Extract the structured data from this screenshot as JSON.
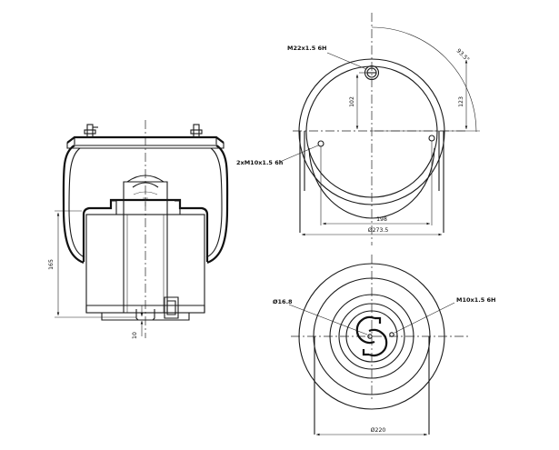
{
  "labels": {
    "thread_top": "M22x1.5 6H",
    "thread_side": "2xM10x1.5 6h",
    "thread_bottom": "M10x1.5 6H",
    "dim_102": "102",
    "dim_123": "123",
    "dim_198": "198",
    "dim_273_5": "Ø273.5",
    "dim_165": "165",
    "dim_10": "10",
    "dim_16_8": "Ø16.8",
    "dim_220": "Ø220",
    "angle_93_5": "93.5°"
  }
}
